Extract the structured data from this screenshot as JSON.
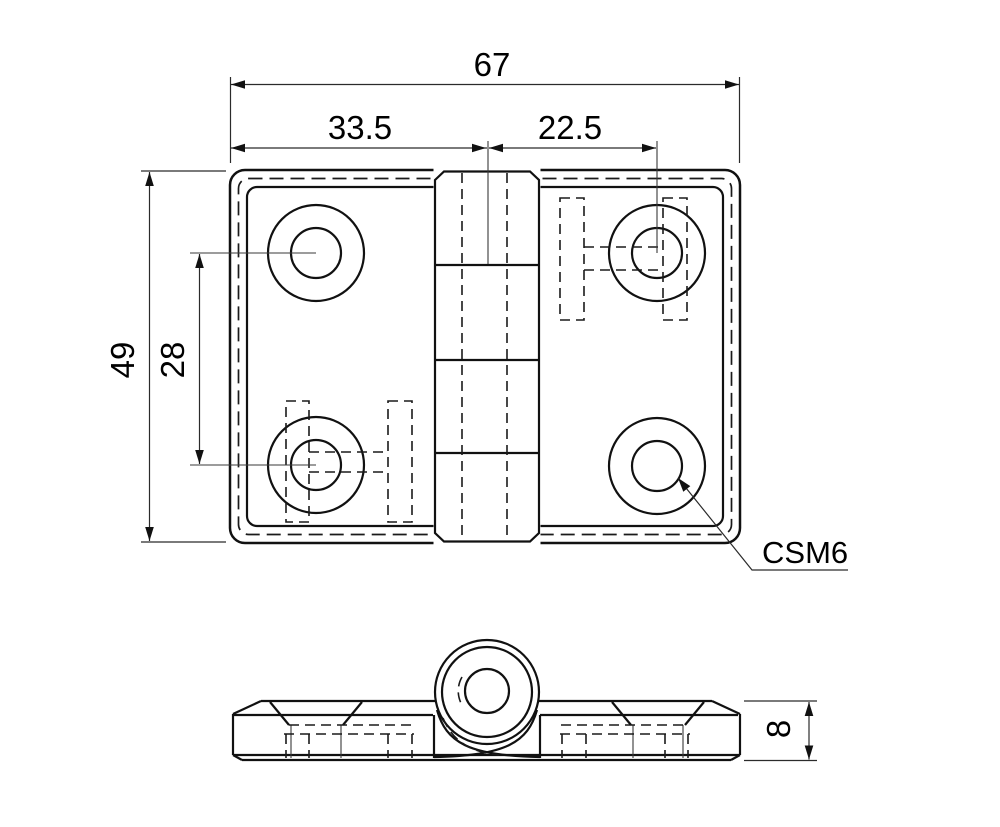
{
  "drawing": {
    "dimensions": {
      "overall_width": "67",
      "left_hole_span": "33.5",
      "right_hole_offset": "22.5",
      "overall_height": "49",
      "hole_vertical_spacing": "28",
      "plate_thickness": "8"
    },
    "callouts": {
      "countersink_hole": "CSM6"
    }
  }
}
